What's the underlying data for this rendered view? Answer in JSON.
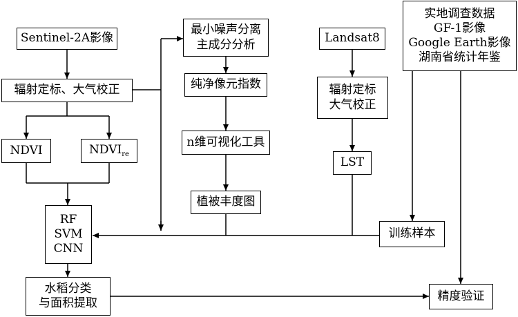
{
  "nodes": {
    "sentinel": "Sentinel-2A影像",
    "radiometric_s2": "辐射定标、大气校正",
    "ndvi": "NDVI",
    "ndvire_main": "NDVI",
    "ndvire_sub": "re",
    "classifiers": [
      "RF",
      "SVM",
      "CNN"
    ],
    "extraction": [
      "水稻分类",
      "与面积提取"
    ],
    "mnf": [
      "最小噪声分离",
      "主成分分析"
    ],
    "ppi": "纯净像元指数",
    "ndvis": "n维可视化工具",
    "fraction": "植被丰度图",
    "landsat": "Landsat8",
    "radiometric_l8": [
      "辐射定标",
      "大气校正"
    ],
    "lst": "LST",
    "sources": [
      "实地调查数据",
      "GF-1影像",
      "Google Earth影像",
      "湖南省统计年鉴"
    ],
    "samples": "训练样本",
    "accuracy": "精度验证"
  }
}
